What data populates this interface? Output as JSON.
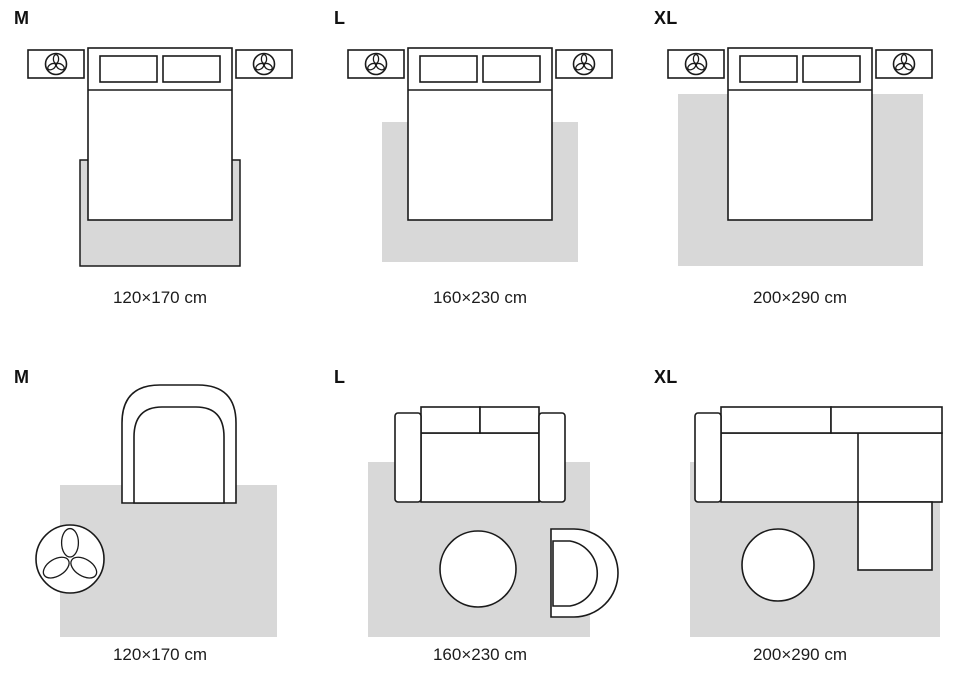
{
  "panels": [
    {
      "size_label": "M",
      "dimensions": "120×170 cm",
      "scene": "bedroom"
    },
    {
      "size_label": "L",
      "dimensions": "160×230 cm",
      "scene": "bedroom"
    },
    {
      "size_label": "XL",
      "dimensions": "200×290 cm",
      "scene": "bedroom"
    },
    {
      "size_label": "M",
      "dimensions": "120×170 cm",
      "scene": "living-room"
    },
    {
      "size_label": "L",
      "dimensions": "160×230 cm",
      "scene": "living-room"
    },
    {
      "size_label": "XL",
      "dimensions": "200×290 cm",
      "scene": "living-room"
    }
  ],
  "icons": {
    "plant": "three-leaf-plant-icon"
  },
  "colors": {
    "rug_fill": "#d8d8d8",
    "outline": "#1a1a1a",
    "background": "#ffffff",
    "text": "#111111"
  }
}
